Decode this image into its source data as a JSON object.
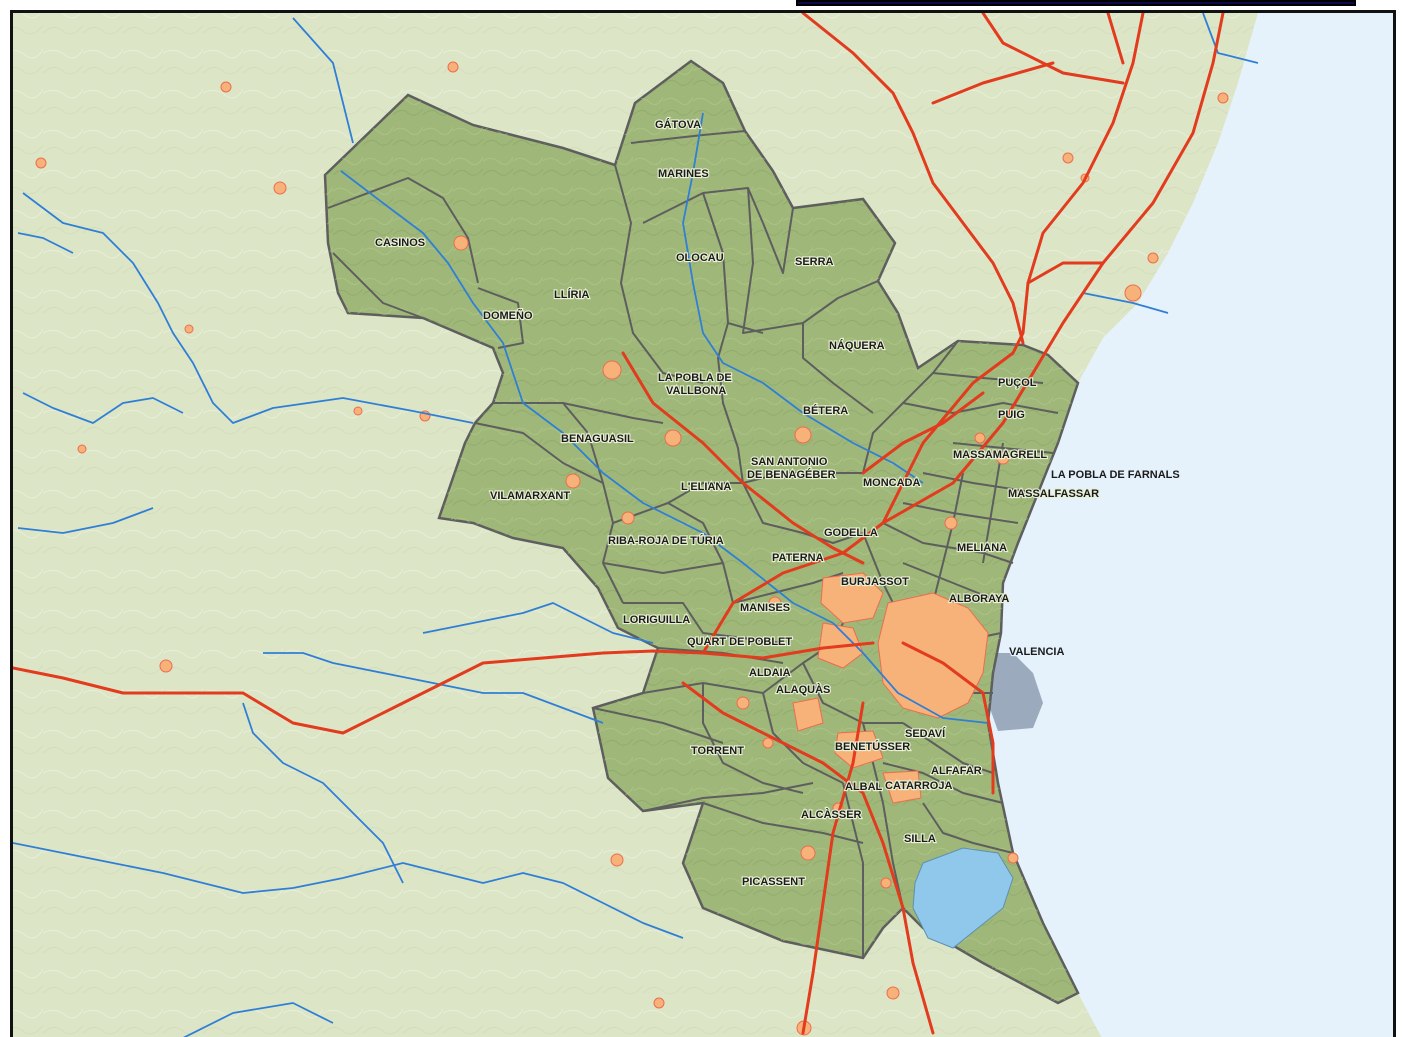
{
  "map": {
    "colors": {
      "sea": "#e6f2fb",
      "land": "#dce6c7",
      "region": "#9fb879",
      "boundary": "#5e5e5e",
      "river": "#2f7fd6",
      "road": "#e23b1e",
      "urban": "#f7b27a",
      "lagoon": "#8fc8ea"
    },
    "municipalities": [
      "GÁTOVA",
      "MARINES",
      "CASINOS",
      "OLOCAU",
      "SERRA",
      "LLÍRIA",
      "DOMEÑO",
      "NÁQUERA",
      "LA POBLA DE",
      "VALLBONA",
      "BÉTERA",
      "PUÇOL",
      "PUIG",
      "BENAGUASIL",
      "MASSAMAGRELL",
      "SAN ANTONIO",
      "DE BENAGÉBER",
      "LA POBLA DE FARNALS",
      "MONCADA",
      "MASSALFASSAR",
      "VILAMARXANT",
      "L'ELIANA",
      "GODELLA",
      "MELIANA",
      "RIBA-ROJA DE TÚRIA",
      "PATERNA",
      "BURJASSOT",
      "ALBORAYA",
      "MANISES",
      "LORIGUILLA",
      "QUART DE POBLET",
      "VALENCIA",
      "ALDAIA",
      "ALAQUÀS",
      "SEDAVÍ",
      "TORRENT",
      "BENETÚSSER",
      "ALFAFAR",
      "ALBAL",
      "CATARROJA",
      "ALCÀSSER",
      "SILLA",
      "PICASSENT"
    ]
  }
}
